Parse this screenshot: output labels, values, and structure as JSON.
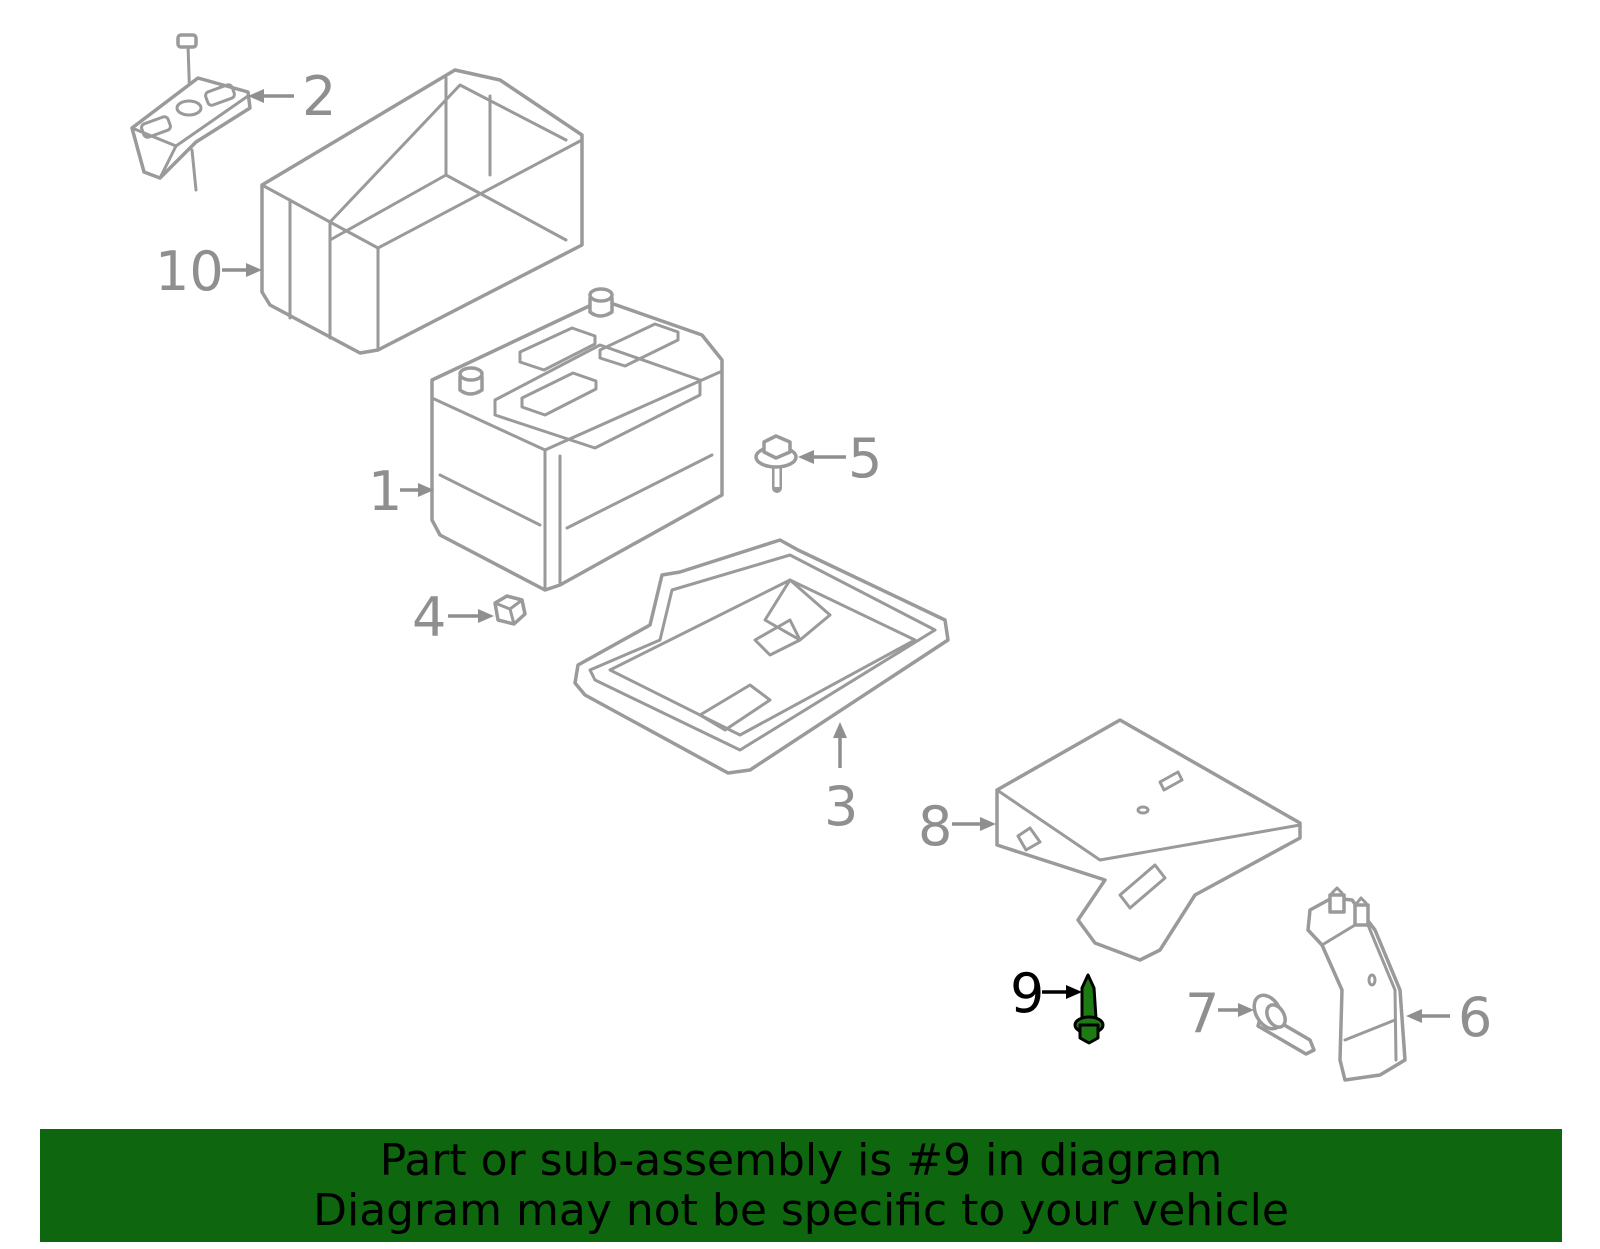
{
  "callouts": {
    "c1": "1",
    "c2": "2",
    "c3": "3",
    "c4": "4",
    "c5": "5",
    "c6": "6",
    "c7": "7",
    "c8": "8",
    "c9": "9",
    "c10": "10"
  },
  "highlighted_part": "9",
  "colors": {
    "line_gray": "#9a9a9a",
    "highlight_green": "#1e7b14",
    "banner_green": "#0e660e",
    "banner_text": "#000000"
  },
  "banner": {
    "line1": "Part or sub-assembly is #9 in diagram",
    "line2": "Diagram may not be specific to your vehicle"
  }
}
